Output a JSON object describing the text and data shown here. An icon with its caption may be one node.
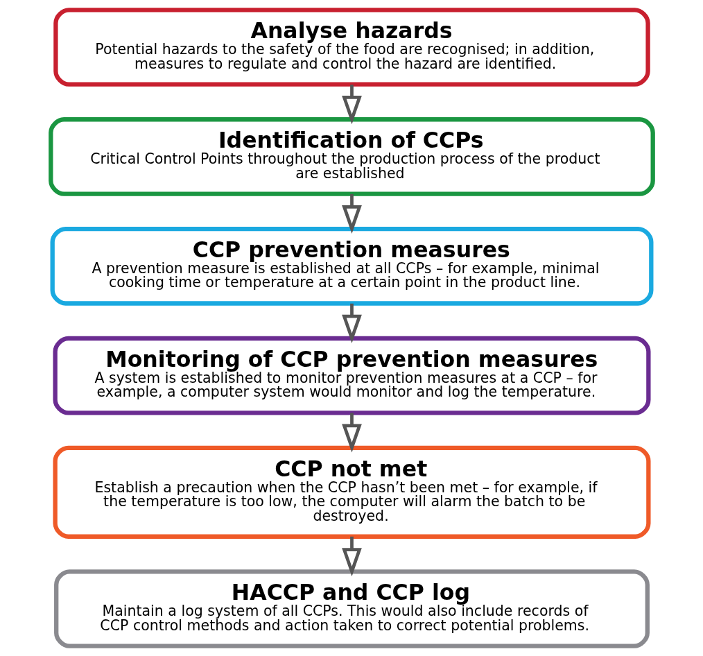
{
  "diagram": {
    "nodes": [
      {
        "text": [
          "Analyse hazards",
          "Potential hazards to the safety of the food are recognised; in addition, measures to regulate and control the hazard are identified."
        ]
      },
      {
        "text": [
          "Identification of CCPs",
          "Critical Control Points throughout the production process of the product are established"
        ]
      },
      {
        "text": [
          "CCP prevention measures",
          "A prevention measure is established at all CCPs – for example, minimal cooking time or temperature at a certain point in the product line."
        ]
      },
      {
        "text": [
          "Monitoring of CCP prevention measures",
          "A system is established to monitor prevention measures at a CCP – for example, a computer system would monitor and log the temperature."
        ]
      },
      {
        "text": [
          "CCP not met",
          "Establish a precaution when the CCP hasn’t been met – for example, if the temperature is too low, the computer will alarm the batch to be destroyed."
        ]
      },
      {
        "text": [
          "HACCP and CCP log",
          "Maintain a log system of all CCPs. This would also include records of CCP control methods and action taken to correct potential problems."
        ]
      }
    ],
    "edges": [
      {
        "from": 0,
        "to": 1,
        "arrow": "to"
      },
      {
        "from": 1,
        "to": 2,
        "arrow": "to"
      },
      {
        "from": 2,
        "to": 3,
        "arrow": "to"
      },
      {
        "from": 3,
        "to": 4,
        "arrow": "to"
      },
      {
        "from": 4,
        "to": 5,
        "arrow": "to"
      }
    ]
  }
}
